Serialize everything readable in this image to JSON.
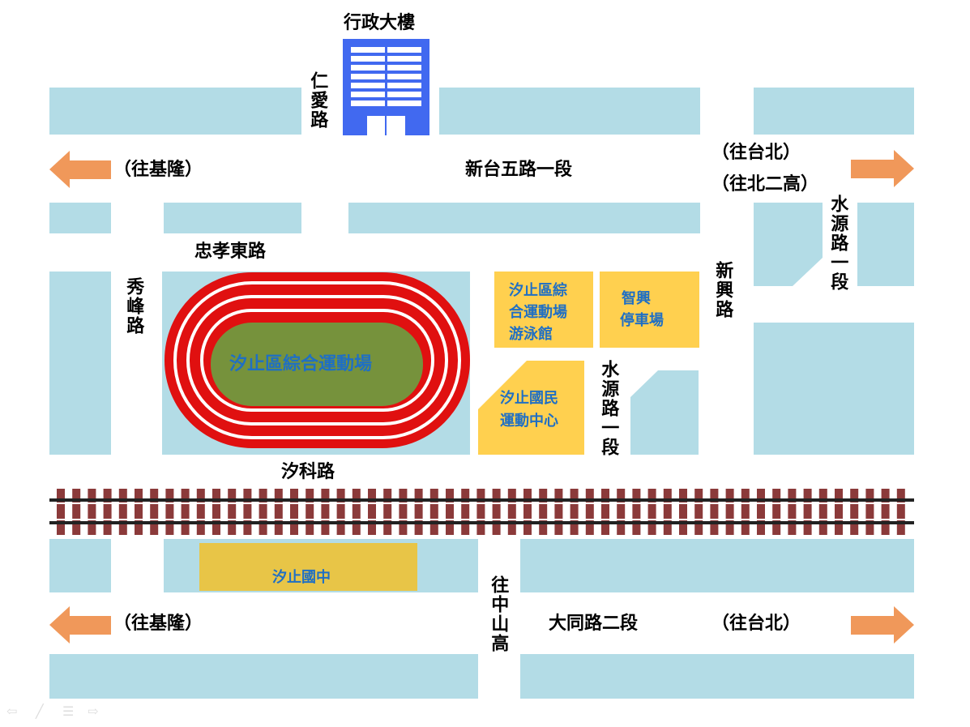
{
  "colors": {
    "block": "#b3dce6",
    "venue": "#ffd04f",
    "school": "#e8c547",
    "track": "#e01010",
    "field": "#76923c",
    "building": "#4169f0",
    "arrow": "#f0985a",
    "rail": "#8b3a3a"
  },
  "labels": {
    "admin_building": "行政大樓",
    "renai_road": "仁愛路",
    "to_keelung_top": "（往基隆）",
    "xintai_road": "新台五路一段",
    "to_taipei_top": "（往台北）",
    "to_north2": "（往北二高）",
    "shuiyuan_road_right": "水源路一段",
    "zhongxiao_road": "忠孝東路",
    "xiufeng_road": "秀峰路",
    "stadium": "汐止區綜合運動場",
    "pool": "汐止區綜合運動場游泳館",
    "pool_lines": [
      "汐止區綜",
      "合運動場",
      "游泳館"
    ],
    "parking_lines": [
      "智興",
      "停車場"
    ],
    "sports_center_lines": [
      "汐止國民",
      "運動中心"
    ],
    "xinxing_road": "新興路",
    "shuiyuan_road_mid": "水源路一段",
    "xike_road": "汐科路",
    "junior_high": "汐止國中",
    "to_zhongshan": "往中山高",
    "datong_road": "大同路二段",
    "to_keelung_bottom": "（往基隆）",
    "to_taipei_bottom": "（往台北）"
  },
  "controls": {
    "prev": "⇦",
    "pen": "╱",
    "menu": "☰",
    "next": "⇨"
  }
}
